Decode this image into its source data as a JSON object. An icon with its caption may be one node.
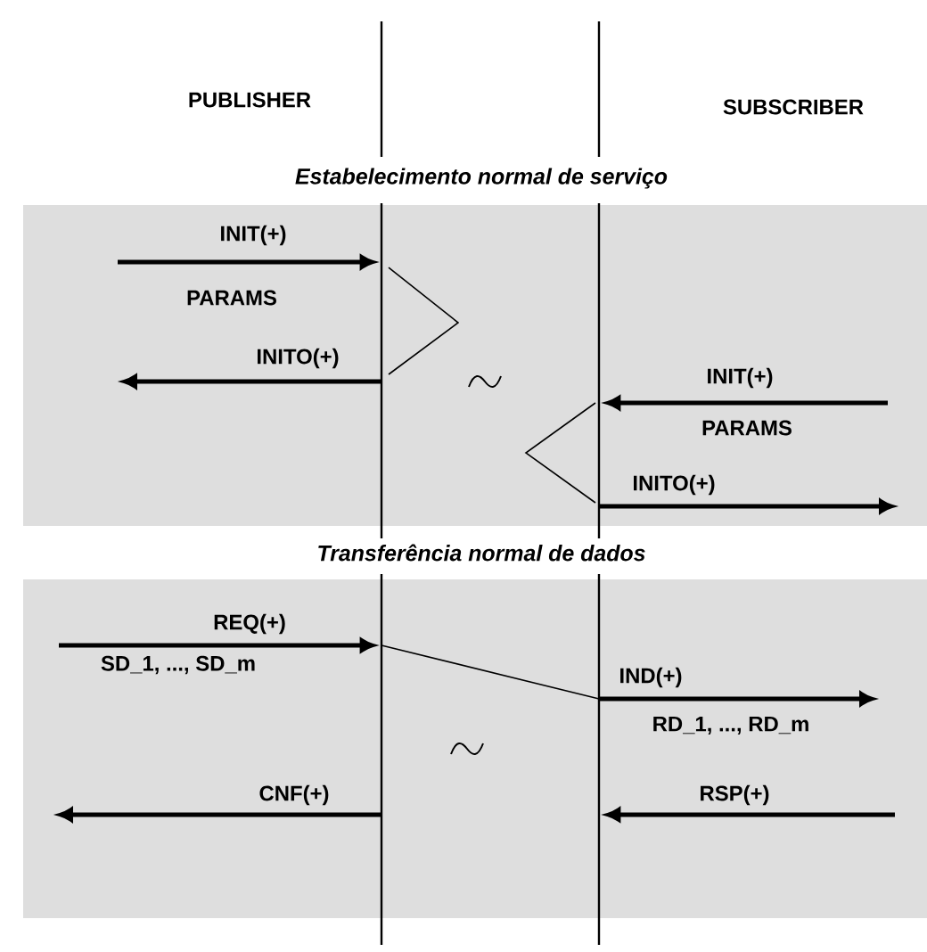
{
  "diagram": {
    "nodes": [
      {
        "text": [],
        "shape": "line"
      },
      {
        "text": [],
        "shape": "line"
      }
    ],
    "edges": [
      {
        "from": null,
        "to": 0,
        "arrow": "to",
        "label": "INIT(+)"
      },
      {
        "from": 0,
        "to": null,
        "arrow": "to",
        "label": "INITO(+)"
      },
      {
        "from": null,
        "to": 1,
        "arrow": "to",
        "label": "INIT(+)"
      },
      {
        "from": 1,
        "to": null,
        "arrow": "to",
        "label": "INITO(+)"
      },
      {
        "from": null,
        "to": 0,
        "arrow": "to",
        "label": "REQ(+)"
      },
      {
        "from": 0,
        "to": 1,
        "arrow": "none"
      },
      {
        "from": 1,
        "to": null,
        "arrow": "to",
        "label": "IND(+)"
      },
      {
        "from": 0,
        "to": null,
        "arrow": "to",
        "label": "CNF(+)"
      },
      {
        "from": null,
        "to": 1,
        "arrow": "to",
        "label": "RSP(+)"
      }
    ],
    "labels": [
      "PUBLISHER",
      "SUBSCRIBER",
      "Estabelecimento normal de serviço",
      "PARAMS",
      "PARAMS",
      "Transferência normal de dados",
      "SD_1, ..., SD_m",
      "RD_1, ..., RD_m"
    ]
  }
}
